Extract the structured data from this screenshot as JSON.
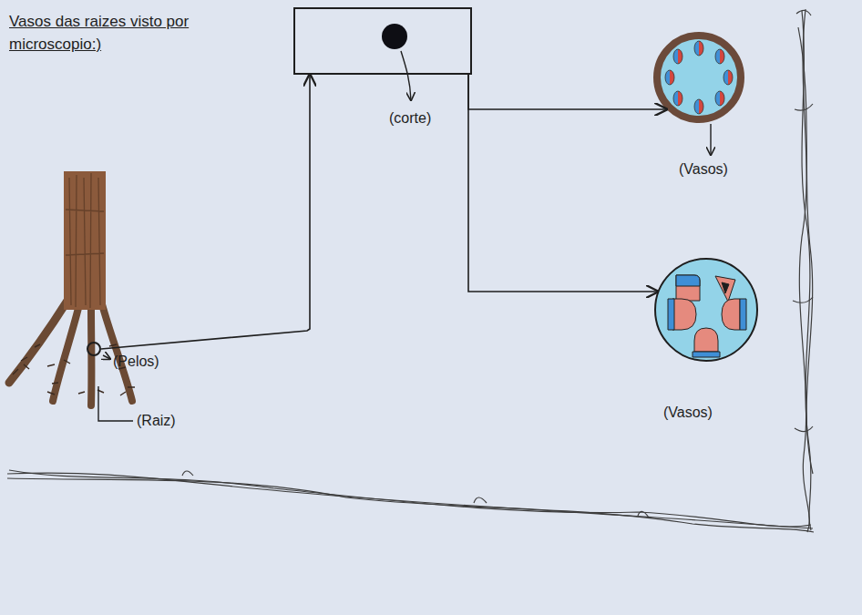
{
  "diagram": {
    "title": "Vasos das raizes visto por microscopio:)",
    "nodes": [
      {
        "text": [
          "(Pelos)"
        ]
      },
      {
        "text": [
          "(corte)"
        ]
      },
      {
        "text": [
          "(Vasos)"
        ]
      },
      {
        "text": [
          "(Vasos)"
        ]
      }
    ],
    "edges": [
      {
        "from": 0,
        "to": 1,
        "arrow": "to"
      },
      {
        "from": 1,
        "to": 2,
        "arrow": "to"
      },
      {
        "from": 1,
        "to": 3,
        "arrow": "to"
      }
    ],
    "labels": [
      "(Raiz)"
    ]
  }
}
